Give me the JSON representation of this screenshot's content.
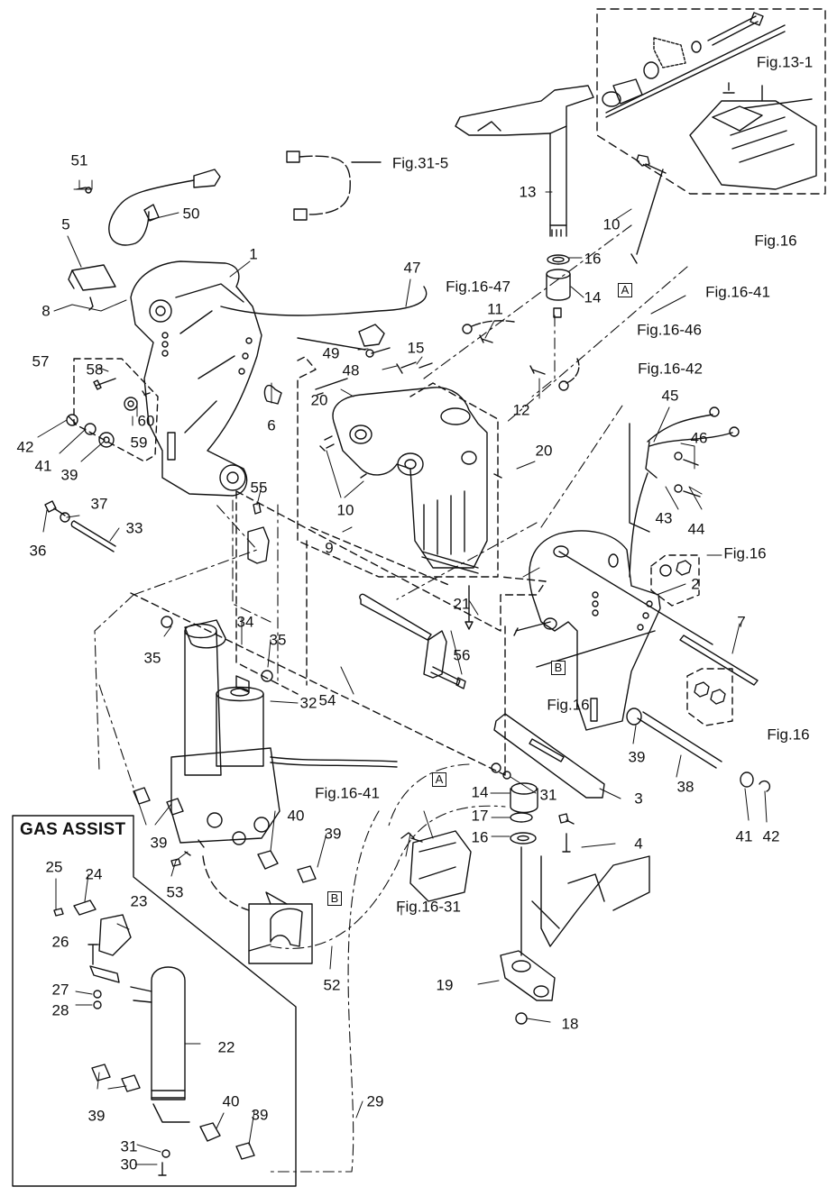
{
  "diagram": {
    "type": "exploded-parts-diagram",
    "inset_title": "GAS ASSIST",
    "part_labels": [
      {
        "id": "p51a",
        "text": "51"
      },
      {
        "id": "p50",
        "text": "50"
      },
      {
        "id": "p5",
        "text": "5"
      },
      {
        "id": "p1",
        "text": "1"
      },
      {
        "id": "p8",
        "text": "8"
      },
      {
        "id": "p57",
        "text": "57"
      },
      {
        "id": "p58",
        "text": "58"
      },
      {
        "id": "p60",
        "text": "60"
      },
      {
        "id": "p59",
        "text": "59"
      },
      {
        "id": "p42a",
        "text": "42"
      },
      {
        "id": "p41a",
        "text": "41"
      },
      {
        "id": "p39a",
        "text": "39"
      },
      {
        "id": "p37",
        "text": "37"
      },
      {
        "id": "p36",
        "text": "36"
      },
      {
        "id": "p33",
        "text": "33"
      },
      {
        "id": "p6",
        "text": "6"
      },
      {
        "id": "p47",
        "text": "47"
      },
      {
        "id": "p49",
        "text": "49"
      },
      {
        "id": "p48",
        "text": "48"
      },
      {
        "id": "p15",
        "text": "15"
      },
      {
        "id": "p20a",
        "text": "20"
      },
      {
        "id": "p11",
        "text": "11"
      },
      {
        "id": "p12",
        "text": "12"
      },
      {
        "id": "p20b",
        "text": "20"
      },
      {
        "id": "p10a",
        "text": "10"
      },
      {
        "id": "p9",
        "text": "9"
      },
      {
        "id": "p55",
        "text": "55"
      },
      {
        "id": "p13",
        "text": "13"
      },
      {
        "id": "p16a",
        "text": "16"
      },
      {
        "id": "p14a",
        "text": "14"
      },
      {
        "id": "p10b",
        "text": "10"
      },
      {
        "id": "p45",
        "text": "45"
      },
      {
        "id": "p46",
        "text": "46"
      },
      {
        "id": "p43",
        "text": "43"
      },
      {
        "id": "p44",
        "text": "44"
      },
      {
        "id": "p2",
        "text": "2"
      },
      {
        "id": "p7",
        "text": "7"
      },
      {
        "id": "p21",
        "text": "21"
      },
      {
        "id": "p56",
        "text": "56"
      },
      {
        "id": "p35a",
        "text": "35"
      },
      {
        "id": "p34",
        "text": "34"
      },
      {
        "id": "p35b",
        "text": "35"
      },
      {
        "id": "p54",
        "text": "54"
      },
      {
        "id": "p32",
        "text": "32"
      },
      {
        "id": "p39b",
        "text": "39"
      },
      {
        "id": "p38",
        "text": "38"
      },
      {
        "id": "p41b",
        "text": "41"
      },
      {
        "id": "p42b",
        "text": "42"
      },
      {
        "id": "p3",
        "text": "3"
      },
      {
        "id": "p31a",
        "text": "31"
      },
      {
        "id": "p14b",
        "text": "14"
      },
      {
        "id": "p17",
        "text": "17"
      },
      {
        "id": "p16b",
        "text": "16"
      },
      {
        "id": "p4",
        "text": "4"
      },
      {
        "id": "p39c",
        "text": "39"
      },
      {
        "id": "p40a",
        "text": "40"
      },
      {
        "id": "p39d",
        "text": "39"
      },
      {
        "id": "p53",
        "text": "53"
      },
      {
        "id": "p52",
        "text": "52"
      },
      {
        "id": "p19",
        "text": "19"
      },
      {
        "id": "p18",
        "text": "18"
      },
      {
        "id": "p25",
        "text": "25"
      },
      {
        "id": "p24",
        "text": "24"
      },
      {
        "id": "p23",
        "text": "23"
      },
      {
        "id": "p26",
        "text": "26"
      },
      {
        "id": "p27",
        "text": "27"
      },
      {
        "id": "p28",
        "text": "28"
      },
      {
        "id": "p22",
        "text": "22"
      },
      {
        "id": "p39e",
        "text": "39"
      },
      {
        "id": "p40b",
        "text": "40"
      },
      {
        "id": "p39f",
        "text": "39"
      },
      {
        "id": "p31b",
        "text": "31"
      },
      {
        "id": "p30",
        "text": "30"
      },
      {
        "id": "p29",
        "text": "29"
      }
    ],
    "figure_refs": [
      {
        "id": "f31_5",
        "text": "Fig.31-5"
      },
      {
        "id": "f13_1",
        "text": "Fig.13-1"
      },
      {
        "id": "f16_top",
        "text": "Fig.16"
      },
      {
        "id": "f16_41a",
        "text": "Fig.16-41"
      },
      {
        "id": "f16_47",
        "text": "Fig.16-47"
      },
      {
        "id": "f16_46",
        "text": "Fig.16-46"
      },
      {
        "id": "f16_42",
        "text": "Fig.16-42"
      },
      {
        "id": "f16_r1",
        "text": "Fig.16"
      },
      {
        "id": "f16_mid",
        "text": "Fig.16"
      },
      {
        "id": "f16_r2",
        "text": "Fig.16"
      },
      {
        "id": "f16_41b",
        "text": "Fig.16-41"
      },
      {
        "id": "f16_31",
        "text": "Fig.16-31"
      }
    ],
    "markers": [
      {
        "id": "mA1",
        "text": "A"
      },
      {
        "id": "mB1",
        "text": "B"
      },
      {
        "id": "mA2",
        "text": "A"
      },
      {
        "id": "mB2",
        "text": "B"
      }
    ]
  }
}
